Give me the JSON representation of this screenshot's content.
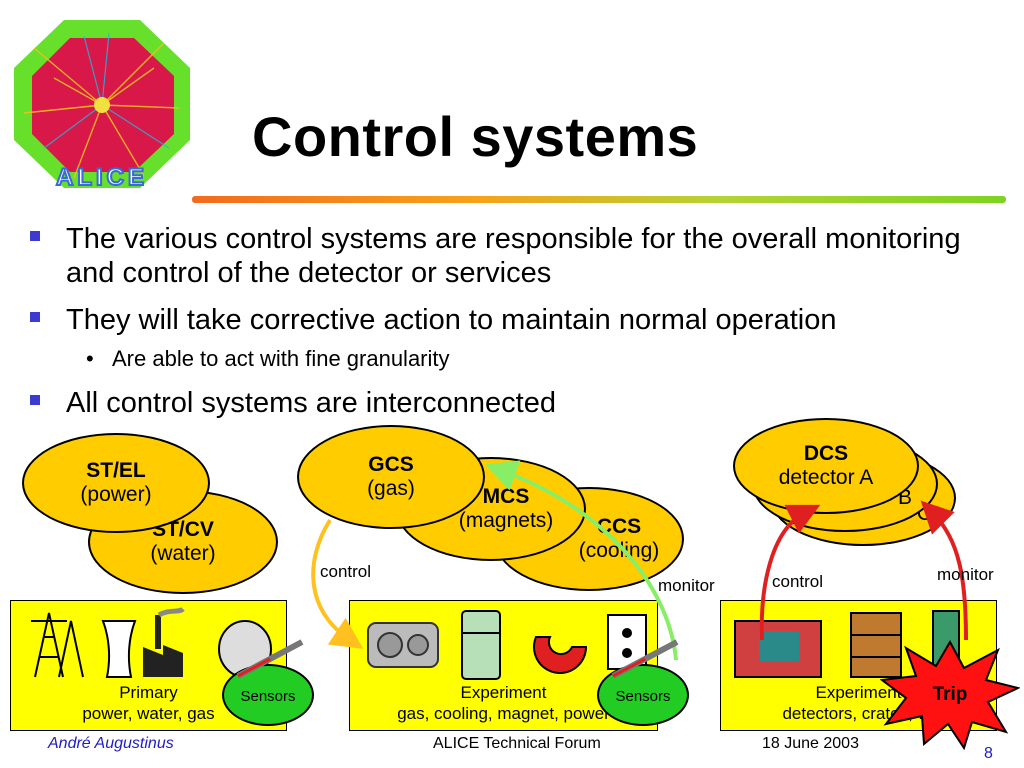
{
  "slide": {
    "title": "Control systems",
    "logo_text": "ALICE",
    "bullets": [
      {
        "text": "The various control systems are responsible for the overall monitoring and control of the detector or services"
      },
      {
        "text": "They will take corrective action to maintain normal operation"
      },
      {
        "text": "All control systems are interconnected"
      }
    ],
    "sub_bullet": {
      "marker": "•",
      "text": "Are able to act with fine granularity"
    }
  },
  "diagram": {
    "ovals": {
      "st_el": {
        "name": "ST/EL",
        "desc": "(power)"
      },
      "st_cv": {
        "name": "ST/CV",
        "desc": "(water)"
      },
      "gcs": {
        "name": "GCS",
        "desc": "(gas)"
      },
      "mcs": {
        "name": "MCS",
        "desc": "(magnets)"
      },
      "ccs": {
        "name": "CCS",
        "desc": "(cooling)"
      },
      "dcs_a": {
        "name": "DCS",
        "desc": "detector A"
      },
      "dcs_b": {
        "desc": "B"
      },
      "dcs_c": {
        "desc": "C"
      }
    },
    "boxes": {
      "primary": {
        "line1": "Primary",
        "line2": "power, water, gas"
      },
      "experiment": {
        "line1": "Experiment",
        "line2": "gas, cooling, magnet, power"
      },
      "detectors": {
        "line1": "Experiment",
        "line2": "detectors, crates, …"
      }
    },
    "sensors_label": "Sensors",
    "trip_label": "Trip",
    "labels": {
      "control_left": "control",
      "monitor_mid": "monitor",
      "control_right": "control",
      "monitor_right": "monitor"
    },
    "colors": {
      "oval": "#ffcc00",
      "box": "#ffff00",
      "sensor": "#22cc22",
      "trip": "#ff1111",
      "arrow_control_left": "#ffc020",
      "arrow_monitor": "#88ee66",
      "arrow_red": "#e02020"
    }
  },
  "footer": {
    "author": "André Augustinus",
    "forum": "ALICE Technical Forum",
    "date": "18 June 2003",
    "page": "8"
  }
}
